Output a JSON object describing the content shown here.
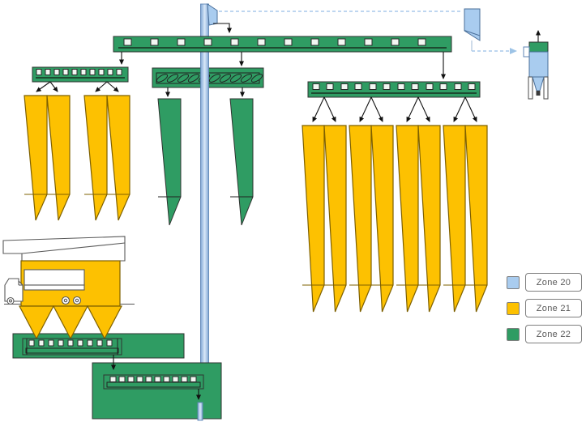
{
  "legend": {
    "items": [
      {
        "id": "zone-20",
        "label": "Zone 20"
      },
      {
        "id": "zone-21",
        "label": "Zone 21"
      },
      {
        "id": "zone-22",
        "label": "Zone 22"
      }
    ]
  },
  "colors": {
    "zone20": "#A9CCEF",
    "zone21": "#FDC101",
    "zone22": "#2F9C63",
    "zone20_border": "#4A6F9A",
    "zone21_border": "#7E6000",
    "zone22_border": "#2F3330",
    "arrow": "#111111",
    "flow_dashed": "#A8C9EC",
    "legend_border": "#7F7F7F",
    "legend_text": "#595959"
  }
}
